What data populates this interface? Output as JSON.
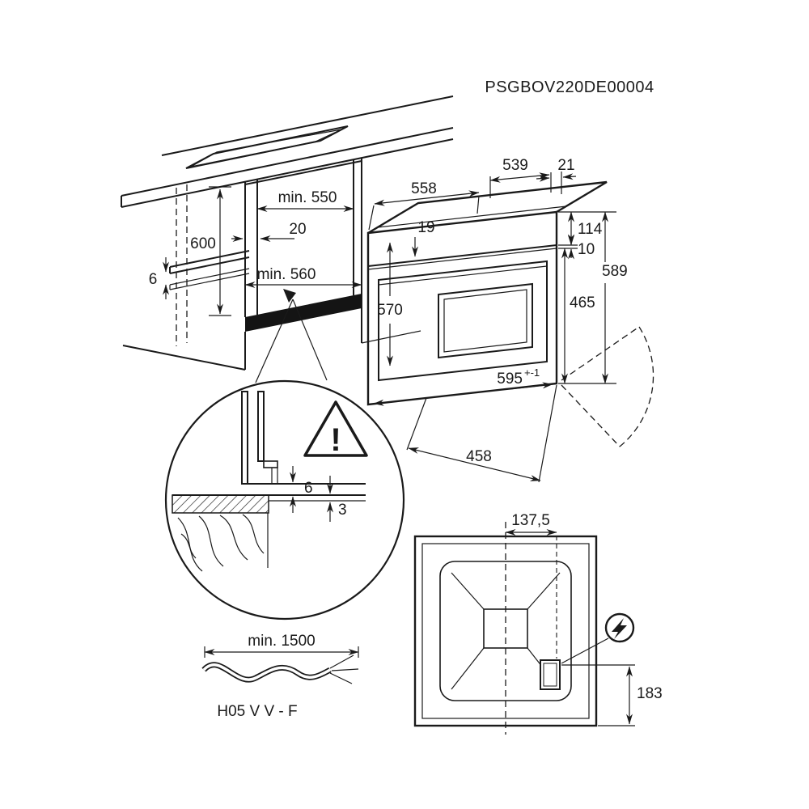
{
  "drawing": {
    "code": "PSGBOV220DE00004",
    "ink_color": "#1a1a1a",
    "paper_color": "#ffffff"
  },
  "cabinet": {
    "niche_width": "min. 550",
    "side_clearance": "20",
    "niche_height": "600",
    "niche_depth": "min. 560",
    "gap": "6"
  },
  "oven": {
    "top_width": "558",
    "body_depth": "539",
    "rear_offset": "21",
    "top_inset": "19",
    "panel_height": "114",
    "panel_gap": "10",
    "total_height": "589",
    "door_height": "465",
    "body_height": "570",
    "front_width": "595",
    "front_width_tol": "+-1",
    "depth_bottom": "458"
  },
  "detail": {
    "gap_top": "6",
    "gap_bottom": "3",
    "warning_mark": "!"
  },
  "cable": {
    "min_length": "min. 1500",
    "cable_type": "H05 V V - F"
  },
  "rear": {
    "connection_offset": "137,5",
    "connection_height": "183"
  }
}
